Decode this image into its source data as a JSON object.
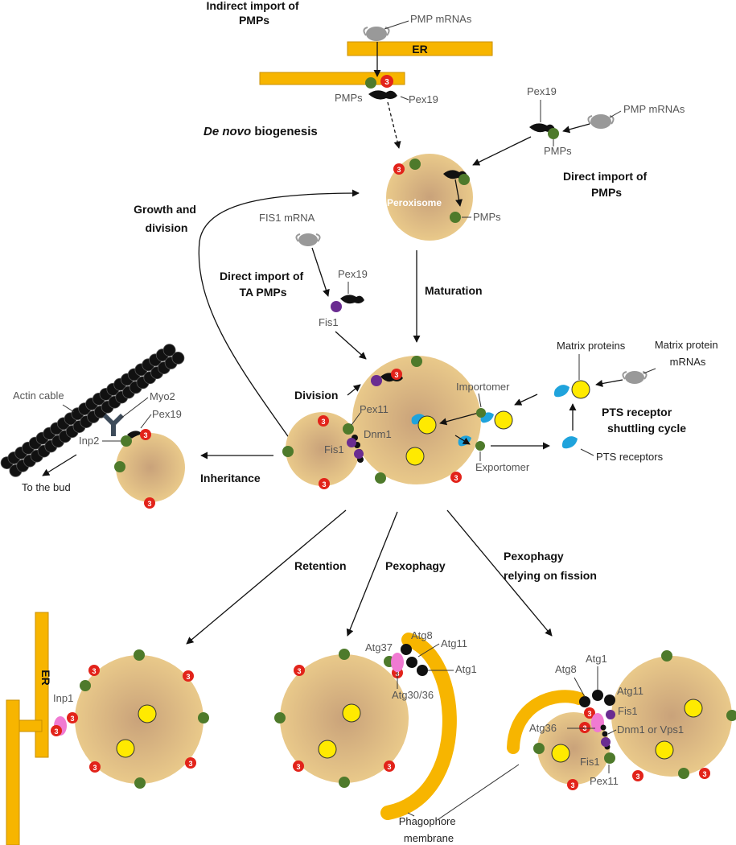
{
  "colors": {
    "er": "#f7b500",
    "peroxisome_edge": "#e9c98a",
    "peroxisome_core": "#c9a27a",
    "pmp": "#4e7a2b",
    "pex3": "#e2231a",
    "pex19": "#111111",
    "fis1": "#6a2c91",
    "pts_receptor": "#1fa3dc",
    "matrix": "#ffea00",
    "atg_pink": "#f07ad2",
    "actin": "#111111",
    "myo2": "#3d4b5a",
    "mrna": "#999999"
  },
  "pex3_label": "3",
  "icons": {
    "mrna": "ribosome-mrna-icon",
    "pex19": "pex19-chaperone-icon",
    "pts_receptor": "pts-receptor-icon",
    "myo2": "myo2-motor-icon",
    "actin": "actin-cable-icon"
  },
  "titles": {
    "indirect_import": [
      "Indirect import of",
      "PMPs"
    ],
    "de_novo_italic": "De novo",
    "de_novo_rest": " biogenesis",
    "direct_import": [
      "Direct import of",
      "PMPs"
    ],
    "growth_division": [
      "Growth and",
      "division"
    ],
    "direct_import_ta": [
      "Direct import of",
      "TA PMPs"
    ],
    "maturation": "Maturation",
    "division": "Division",
    "pts_cycle": [
      "PTS receptor",
      "shuttling cycle"
    ],
    "inheritance": "Inheritance",
    "retention": "Retention",
    "pexophagy": "Pexophagy",
    "pexophagy_fission": [
      "Pexophagy",
      "relying on fission"
    ]
  },
  "labels": {
    "pmp_mrnas": "PMP mRNAs",
    "er": "ER",
    "pmps": "PMPs",
    "pex19": "Pex19",
    "peroxisome": "Peroxisome",
    "fis1_mrna": "FIS1 mRNA",
    "fis1": "Fis1",
    "pex11": "Pex11",
    "dnm1": "Dnm1",
    "importomer": "Importomer",
    "exportomer": "Exportomer",
    "matrix_proteins": "Matrix proteins",
    "matrix_mrnas": [
      "Matrix protein",
      "mRNAs"
    ],
    "pts_receptors": "PTS receptors",
    "actin_cable": "Actin cable",
    "myo2": "Myo2",
    "inp2": "Inp2",
    "to_bud": "To the  bud",
    "inp1": "Inp1",
    "atg37": "Atg37",
    "atg8": "Atg8",
    "atg11": "Atg11",
    "atg1": "Atg1",
    "atg30_36": "Atg30/36",
    "atg36": "Atg36",
    "dnm1_vps1": "Dnm1 or Vps1",
    "phagophore": [
      "Phagophore",
      "membrane"
    ]
  }
}
